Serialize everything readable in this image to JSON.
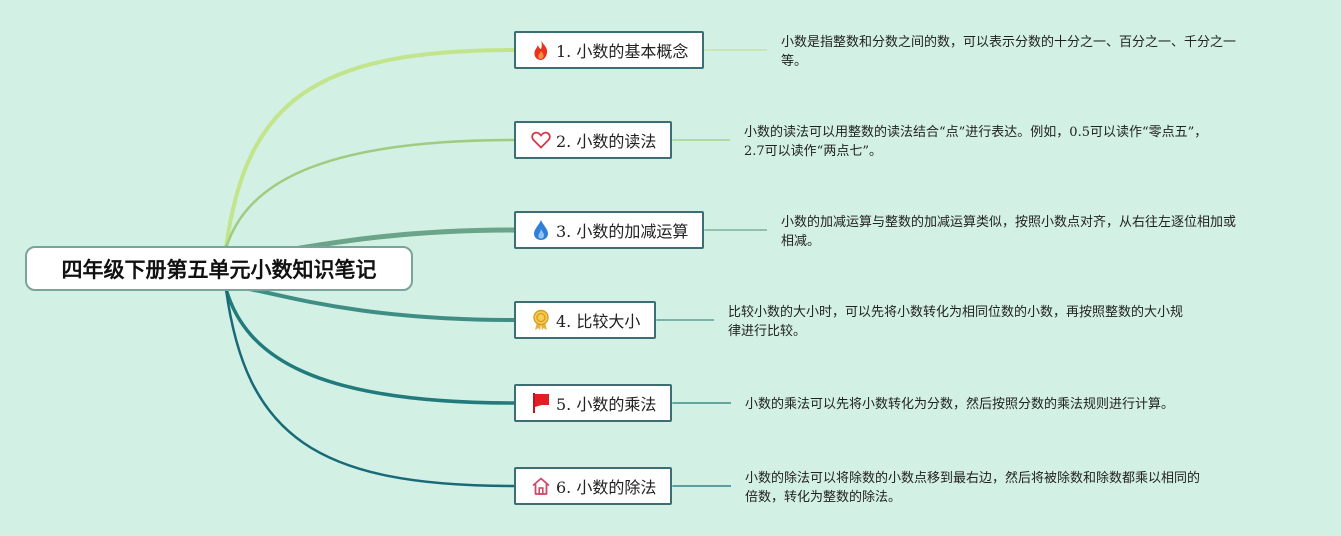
{
  "root": {
    "title": "四年级下册第五单元小数知识笔记"
  },
  "branches": [
    {
      "label": "1. 小数的基本概念",
      "icon": "fire-icon",
      "color": "#c2e48b",
      "note_lines": [
        "小数是指整数和分数之间的数，可以表示分数的十分之一、百分之一、千分之一",
        "等。"
      ]
    },
    {
      "label": "2. 小数的读法",
      "icon": "heart-icon",
      "color": "#9fcc80",
      "note_lines": [
        "小数的读法可以用整数的读法结合“点”进行表达。例如，0.5可以读作“零点五”，",
        "2.7可以读作“两点七”。"
      ]
    },
    {
      "label": "3. 小数的加减运算",
      "icon": "water-drop-icon",
      "color": "#6aa58a",
      "note_lines": [
        "小数的加减运算与整数的加减运算类似，按照小数点对齐，从右往左逐位相加或",
        "相减。"
      ]
    },
    {
      "label": "4. 比较大小",
      "icon": "medal-icon",
      "color": "#3f8e85",
      "note_lines": [
        "比较小数的大小时，可以先将小数转化为相同位数的小数，再按照整数的大小规",
        "律进行比较。"
      ]
    },
    {
      "label": "5. 小数的乘法",
      "icon": "red-flag-icon",
      "color": "#227a7c",
      "note_lines": [
        "小数的乘法可以先将小数转化为分数，然后按照分数的乘法规则进行计算。"
      ]
    },
    {
      "label": "6. 小数的除法",
      "icon": "home-icon",
      "color": "#186a78",
      "note_lines": [
        "小数的除法可以将除数的小数点移到最右边，然后将被除数和除数都乘以相同的",
        "倍数，转化为整数的除法。"
      ]
    }
  ]
}
